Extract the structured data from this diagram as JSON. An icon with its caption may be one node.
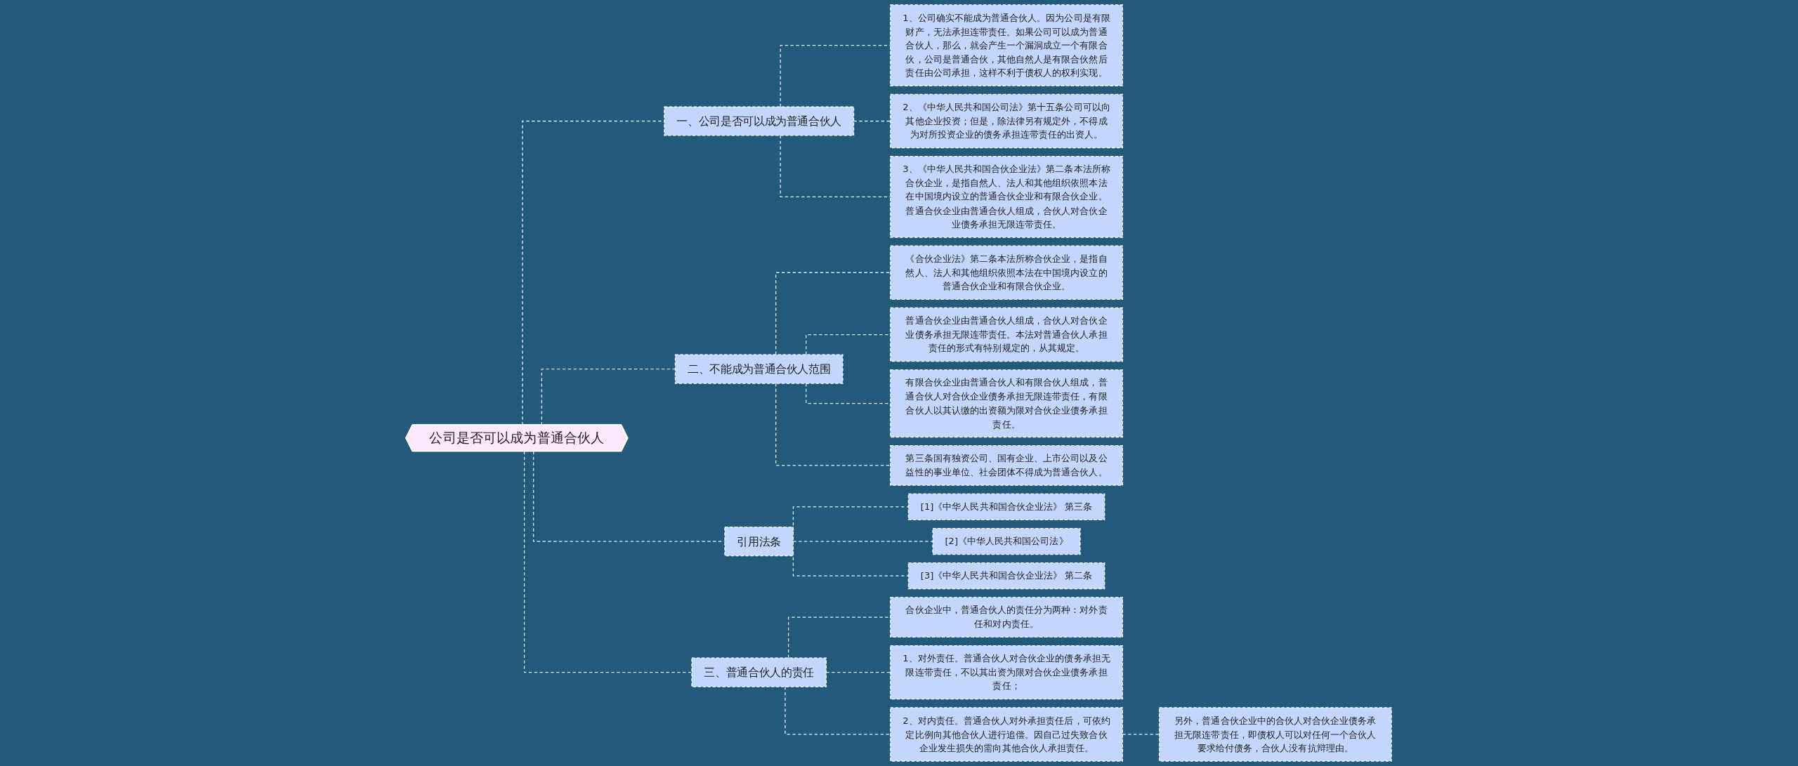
{
  "diagram": {
    "nodes": [
      {
        "text": [
          "公司是否可以成为普通合伙人"
        ]
      },
      {
        "text": [
          "一、公司是否可以成为普通合伙人"
        ]
      },
      {
        "text": [
          "1、公司确实不能成为普通合伙人。因为公司是有限财产，无法承担连带责任。如果公司可以成为普通合伙人，那么，就会产生一个漏洞成立一个有限合伙，公司是普通合伙，其他自然人是有限合伙然后责任由公司承担，这样不利于债权人的权利实现。"
        ]
      },
      {
        "text": [
          "2、《中华人民共和国公司法》第十五条公司可以向其他企业投资；但是，除法律另有规定外，不得成为对所投资企业的债务承担连带责任的出资人。"
        ]
      },
      {
        "text": [
          "3、《中华人民共和国合伙企业法》第二条本法所称合伙企业，是指自然人、法人和其他组织依照本法在中国境内设立的普通合伙企业和有限合伙企业。普通合伙企业由普通合伙人组成，合伙人对合伙企业债务承担无限连带责任。"
        ]
      },
      {
        "text": [
          "二、不能成为普通合伙人范围"
        ]
      },
      {
        "text": [
          "《合伙企业法》第二条本法所称合伙企业，是指自然人、法人和其他组织依照本法在中国境内设立的普通合伙企业和有限合伙企业。"
        ]
      },
      {
        "text": [
          "普通合伙企业由普通合伙人组成，合伙人对合伙企业债务承担无限连带责任。本法对普通合伙人承担责任的形式有特别规定的，从其规定。"
        ]
      },
      {
        "text": [
          "有限合伙企业由普通合伙人和有限合伙人组成，普通合伙人对合伙企业债务承担无限连带责任，有限合伙人以其认缴的出资额为限对合伙企业债务承担责任。"
        ]
      },
      {
        "text": [
          "第三条国有独资公司、国有企业、上市公司以及公益性的事业单位、社会团体不得成为普通合伙人。"
        ]
      },
      {
        "text": [
          "引用法条"
        ]
      },
      {
        "text": [
          "[1]《中华人民共和国合伙企业法》 第三条"
        ]
      },
      {
        "text": [
          "[2]《中华人民共和国公司法》"
        ]
      },
      {
        "text": [
          "[3]《中华人民共和国合伙企业法》 第二条"
        ]
      },
      {
        "text": [
          "三、普通合伙人的责任"
        ]
      },
      {
        "text": [
          "合伙企业中，普通合伙人的责任分为两种：对外责任和对内责任。"
        ]
      },
      {
        "text": [
          "1、对外责任。普通合伙人对合伙企业的债务承担无限连带责任，不以其出资为限对合伙企业债务承担责任；"
        ]
      },
      {
        "text": [
          "2、对内责任。普通合伙人对外承担责任后，可依约定比例向其他合伙人进行追偿。因自己过失致合伙企业发生损失的需向其他合伙人承担责任。"
        ]
      },
      {
        "text": [
          "另外，普通合伙企业中的合伙人对合伙企业债务承担无限连带责任，即债权人可以对任何一个合伙人要求给付债务，合伙人没有抗辩理由。"
        ]
      }
    ],
    "edges": [
      {
        "from": 0,
        "to": 1,
        "arrow": "none",
        "style": "dashed"
      },
      {
        "from": 1,
        "to": 2,
        "arrow": "none",
        "style": "dashed"
      },
      {
        "from": 1,
        "to": 3,
        "arrow": "none",
        "style": "dashed"
      },
      {
        "from": 1,
        "to": 4,
        "arrow": "none",
        "style": "dashed"
      },
      {
        "from": 0,
        "to": 5,
        "arrow": "none",
        "style": "dashed"
      },
      {
        "from": 5,
        "to": 6,
        "arrow": "none",
        "style": "dashed"
      },
      {
        "from": 5,
        "to": 7,
        "arrow": "none",
        "style": "dashed"
      },
      {
        "from": 5,
        "to": 8,
        "arrow": "none",
        "style": "dashed"
      },
      {
        "from": 5,
        "to": 9,
        "arrow": "none",
        "style": "dashed"
      },
      {
        "from": 0,
        "to": 10,
        "arrow": "none",
        "style": "dashed"
      },
      {
        "from": 10,
        "to": 11,
        "arrow": "none",
        "style": "dashed"
      },
      {
        "from": 10,
        "to": 12,
        "arrow": "none",
        "style": "dashed"
      },
      {
        "from": 10,
        "to": 13,
        "arrow": "none",
        "style": "dashed"
      },
      {
        "from": 0,
        "to": 14,
        "arrow": "none",
        "style": "dashed"
      },
      {
        "from": 14,
        "to": 15,
        "arrow": "none",
        "style": "dashed"
      },
      {
        "from": 14,
        "to": 16,
        "arrow": "none",
        "style": "dashed"
      },
      {
        "from": 14,
        "to": 17,
        "arrow": "none",
        "style": "dashed"
      },
      {
        "from": 17,
        "to": 18,
        "arrow": "none",
        "style": "dashed"
      }
    ]
  }
}
